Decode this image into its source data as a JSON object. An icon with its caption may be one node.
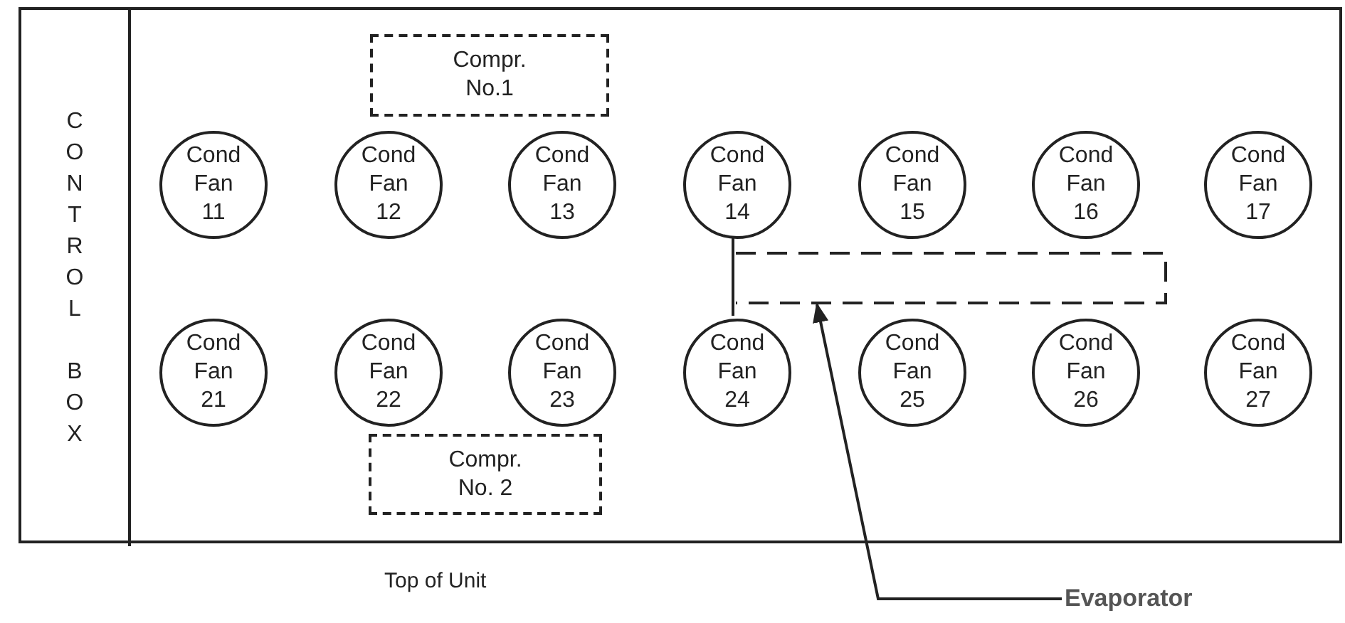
{
  "diagram": {
    "nodes": [
      {
        "text": [
          "Top of Unit"
        ]
      },
      {
        "text": [
          "CONTROL BOX"
        ],
        "in": 0
      },
      {
        "text": [
          "Compr. No.1"
        ],
        "in": 0
      },
      {
        "text": [
          "Cond Fan 11"
        ],
        "in": 0
      },
      {
        "text": [
          "Cond Fan 12"
        ],
        "in": 0
      },
      {
        "text": [
          "Cond Fan 13"
        ],
        "in": 0
      },
      {
        "text": [
          "Cond Fan 14"
        ],
        "in": 0
      },
      {
        "text": [
          "Cond Fan 15"
        ],
        "in": 0
      },
      {
        "text": [
          "Cond Fan 16"
        ],
        "in": 0
      },
      {
        "text": [
          "Cond Fan 17"
        ],
        "in": 0
      },
      {
        "text": [],
        "shape": "box",
        "in": 0
      },
      {
        "text": [
          "Cond Fan 21"
        ],
        "in": 0
      },
      {
        "text": [
          "Cond Fan 22"
        ],
        "in": 0
      },
      {
        "text": [
          "Cond Fan 23"
        ],
        "in": 0
      },
      {
        "text": [
          "Cond Fan 24"
        ],
        "in": 0
      },
      {
        "text": [
          "Cond Fan 25"
        ],
        "in": 0
      },
      {
        "text": [
          "Cond Fan 26"
        ],
        "in": 0
      },
      {
        "text": [
          "Cond Fan 27"
        ],
        "in": 0
      },
      {
        "text": [
          "Compr. No. 2"
        ],
        "in": 0
      },
      {
        "text": [
          "Evaporator"
        ]
      }
    ],
    "edges": [
      {
        "from": 6,
        "to": 14,
        "arrow": "none"
      },
      {
        "from": 19,
        "to": 10,
        "arrow": "to"
      }
    ]
  }
}
